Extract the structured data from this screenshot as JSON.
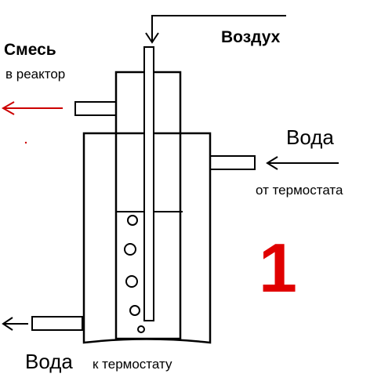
{
  "labels": {
    "air": "Воздух",
    "mixture": "Смесь",
    "to_reactor": "в реактор",
    "water_in": "Вода",
    "from_thermostat": "от термостата",
    "water_out": "Вода",
    "to_thermostat": "к термостату",
    "figure_number": "1"
  },
  "colors": {
    "line": "#000000",
    "mixture_arrow": "#cc0000",
    "figure_number": "#e00000"
  }
}
